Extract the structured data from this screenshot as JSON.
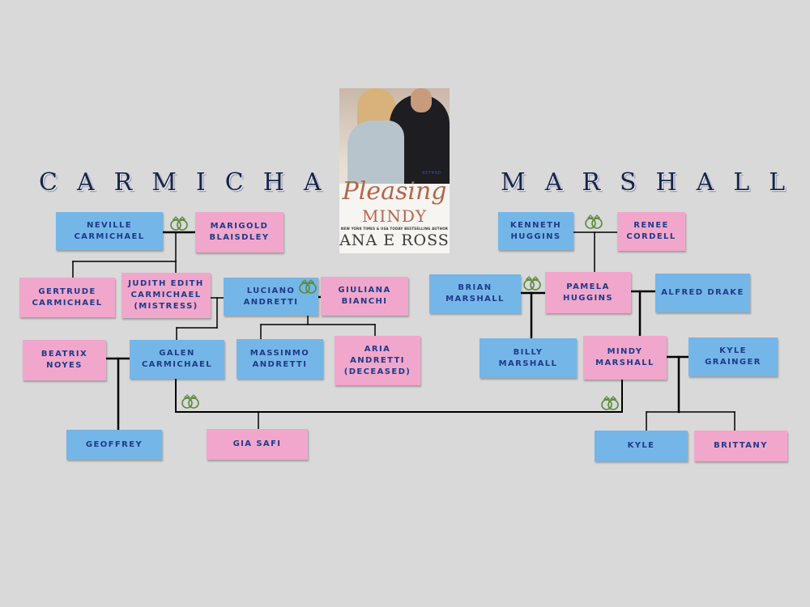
{
  "families": {
    "left": "CARMICHAEL",
    "right": "MARSHALL"
  },
  "book": {
    "title_script": "Pleasing",
    "title_main": "MINDY",
    "tagline": "NEW YORK TIMES & USA TODAY BESTSELLING AUTHOR",
    "author": "ANA E ROSS",
    "series_badge": "BEY♥ND"
  },
  "people": [
    {
      "id": "neville",
      "label": "NEVILLE CARMICHAEL",
      "gender": "male"
    },
    {
      "id": "marigold",
      "label": "MARIGOLD BLAISDLEY",
      "gender": "female"
    },
    {
      "id": "gertrude",
      "label": "GERTRUDE CARMICHAEL",
      "gender": "female"
    },
    {
      "id": "judith",
      "label": "JUDITH EDITH CARMICHAEL (MISTRESS)",
      "gender": "female"
    },
    {
      "id": "luciano",
      "label": "LUCIANO ANDRETTI",
      "gender": "male"
    },
    {
      "id": "giuliana",
      "label": "GIULIANA BIANCHI",
      "gender": "female"
    },
    {
      "id": "beatrix",
      "label": "BEATRIX NOYES",
      "gender": "female"
    },
    {
      "id": "galen",
      "label": "GALEN CARMICHAEL",
      "gender": "male"
    },
    {
      "id": "massinmo",
      "label": "MASSINMO ANDRETTI",
      "gender": "male"
    },
    {
      "id": "aria",
      "label": "ARIA ANDRETTI (DECEASED)",
      "gender": "female"
    },
    {
      "id": "geoffrey",
      "label": "GEOFFREY",
      "gender": "male"
    },
    {
      "id": "gia",
      "label": "GIA SAFI",
      "gender": "female"
    },
    {
      "id": "kenneth",
      "label": "KENNETH HUGGINS",
      "gender": "male"
    },
    {
      "id": "renee",
      "label": "RENEE CORDELL",
      "gender": "female"
    },
    {
      "id": "brian",
      "label": "BRIAN MARSHALL",
      "gender": "male"
    },
    {
      "id": "pamela",
      "label": "PAMELA HUGGINS",
      "gender": "female"
    },
    {
      "id": "alfred",
      "label": "ALFRED DRAKE",
      "gender": "male"
    },
    {
      "id": "billy",
      "label": "BILLY MARSHALL",
      "gender": "male"
    },
    {
      "id": "mindy",
      "label": "MINDY MARSHALL",
      "gender": "female"
    },
    {
      "id": "kyle_grainger",
      "label": "KYLE GRAINGER",
      "gender": "male"
    },
    {
      "id": "kyle",
      "label": "KYLE",
      "gender": "male"
    },
    {
      "id": "brittany",
      "label": "BRITTANY",
      "gender": "female"
    }
  ],
  "marriages": [
    {
      "a": "neville",
      "b": "marigold"
    },
    {
      "a": "luciano",
      "b": "giuliana"
    },
    {
      "a": "kenneth",
      "b": "renee"
    },
    {
      "a": "brian",
      "b": "pamela"
    },
    {
      "a": "galen",
      "b": "mindy"
    }
  ],
  "colors": {
    "male": "#74b6e8",
    "female": "#f0a7cb",
    "text": "#1f3a8a",
    "ring": "#5a8a3a",
    "line": "#000000",
    "background": "#d9d9d9"
  }
}
